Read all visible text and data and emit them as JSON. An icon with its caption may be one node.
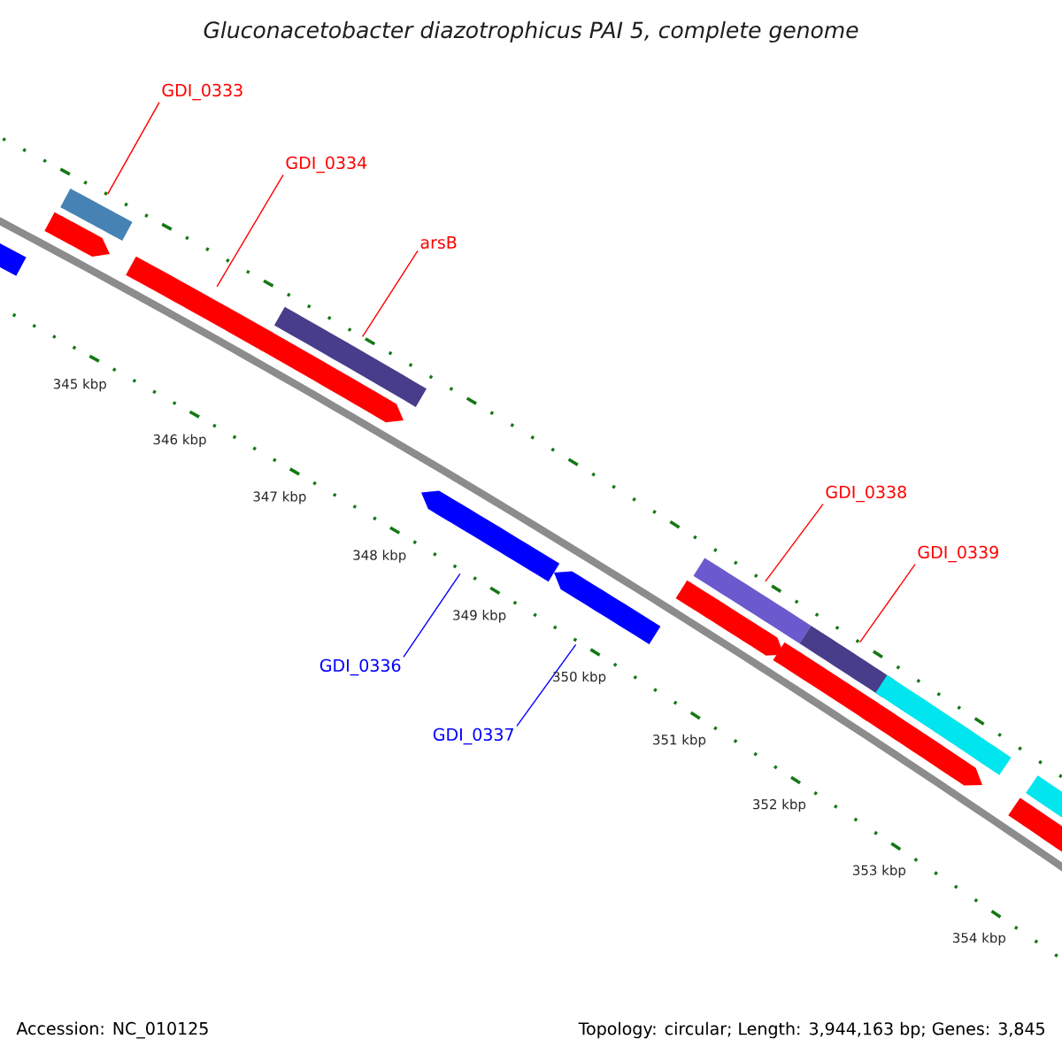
{
  "diagram": {
    "title": "Gluconacetobacter diazotrophicus PAI 5, complete genome",
    "nodes": [
      {
        "text": [
          "GDI_0333"
        ]
      },
      {
        "text": [],
        "shape": "bar"
      },
      {
        "text": [
          "GDI_0334"
        ]
      },
      {
        "text": [],
        "shape": "arrow"
      },
      {
        "text": [
          "arsB"
        ]
      },
      {
        "text": [],
        "shape": "bar"
      },
      {
        "text": [
          "GDI_0338"
        ]
      },
      {
        "text": [],
        "shape": "bar"
      },
      {
        "text": [
          "GDI_0339"
        ]
      },
      {
        "text": [],
        "shape": "bar"
      },
      {
        "text": [
          "GDI_0336"
        ]
      },
      {
        "text": [],
        "shape": "arrow"
      },
      {
        "text": [
          "GDI_0337"
        ]
      },
      {
        "text": [],
        "shape": "arrow"
      },
      {
        "text": [],
        "shape": "arrow"
      },
      {
        "text": [],
        "shape": "arrow"
      },
      {
        "text": [],
        "shape": "arrow"
      },
      {
        "text": [],
        "shape": "arrow"
      },
      {
        "text": [],
        "shape": "arrow"
      },
      {
        "text": [],
        "shape": "arrow"
      },
      {
        "text": [],
        "shape": "bar"
      },
      {
        "text": [],
        "shape": "arrow"
      },
      {
        "text": [],
        "shape": "bar"
      }
    ],
    "edges": [
      {
        "from": 0,
        "to": 1,
        "arrow": "none"
      },
      {
        "from": 2,
        "to": 3,
        "arrow": "none"
      },
      {
        "from": 4,
        "to": 5,
        "arrow": "none"
      },
      {
        "from": 6,
        "to": 7,
        "arrow": "none"
      },
      {
        "from": 8,
        "to": 9,
        "arrow": "none"
      },
      {
        "from": 10,
        "to": 11,
        "arrow": "none",
        "color": "#0000ff"
      },
      {
        "from": 12,
        "to": 13,
        "arrow": "none",
        "color": "#0000ff"
      }
    ],
    "labels": [
      "345 kbp",
      "346 kbp",
      "347 kbp",
      "348 kbp",
      "349 kbp",
      "350 kbp",
      "351 kbp",
      "352 kbp",
      "353 kbp",
      "354 kbp",
      "Accession: NC_010125",
      "Topology: circular; Length: 3,944,163 bp; Genes: 3,845"
    ]
  }
}
